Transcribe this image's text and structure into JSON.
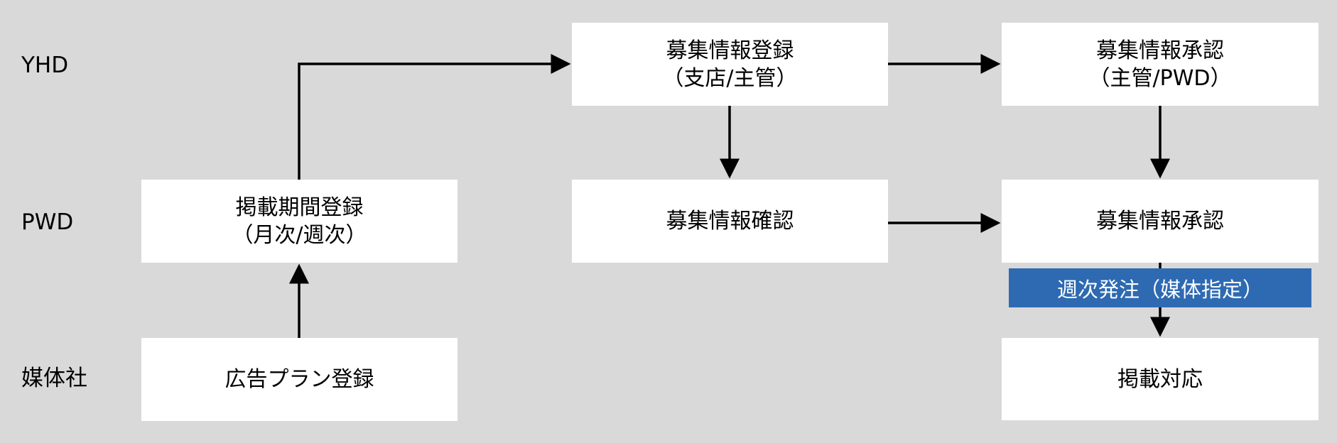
{
  "lanes": [
    "YHD",
    "PWD",
    "媒体社"
  ],
  "boxes": {
    "keisai_kikan": {
      "line1": "掲載期間登録",
      "line2": "（月次/週次）"
    },
    "boshu_toroku": {
      "line1": "募集情報登録",
      "line2": "（支店/主管）"
    },
    "boshu_shonin_yhd": {
      "line1": "募集情報承認",
      "line2": "（主管/PWD）"
    },
    "boshu_kakunin": {
      "line1": "募集情報確認"
    },
    "boshu_shonin_pwd": {
      "line1": "募集情報承認"
    },
    "kokoku_plan": {
      "line1": "広告プラン登録"
    },
    "keisai_taio": {
      "line1": "掲載対応"
    }
  },
  "tag": {
    "label": "週次発注（媒体指定）",
    "color": "#2e6ab2"
  }
}
